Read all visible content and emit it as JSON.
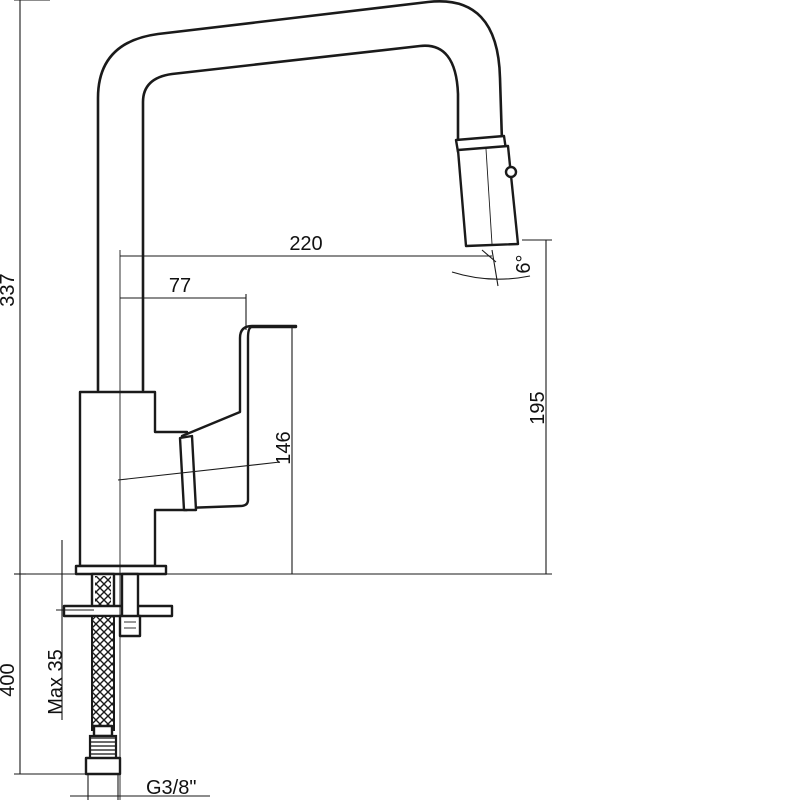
{
  "dimensions": {
    "total_height": "337",
    "reach": "220",
    "spout_angle": "6°",
    "handle_offset": "77",
    "handle_height": "146",
    "outlet_height": "195",
    "hose_length": "400",
    "max_deck": "Max 35",
    "connection": "G3/8\""
  }
}
